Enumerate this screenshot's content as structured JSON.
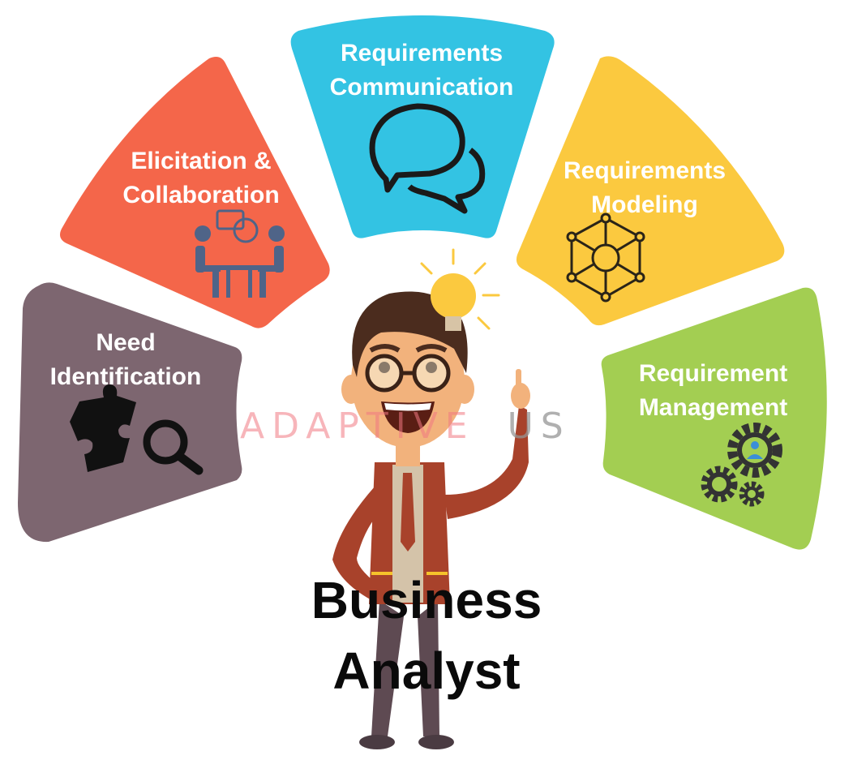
{
  "diagram": {
    "title_line1": "Business",
    "title_line2": "Analyst",
    "watermark": {
      "part1": "ADAPTIVE",
      "part2": "US"
    },
    "segments": [
      {
        "id": "need-identification",
        "line1": "Need",
        "line2": "Identification",
        "color": "#7d6670",
        "icon": "puzzle-magnifier-icon"
      },
      {
        "id": "elicitation-collaboration",
        "line1": "Elicitation &",
        "line2": "Collaboration",
        "color": "#f4664a",
        "icon": "meeting-people-icon"
      },
      {
        "id": "requirements-communication",
        "line1": "Requirements",
        "line2": "Communication",
        "color": "#33c3e3",
        "icon": "speech-bubbles-icon"
      },
      {
        "id": "requirements-modeling",
        "line1": "Requirements",
        "line2": "Modeling",
        "color": "#fbc93f",
        "icon": "network-cube-icon"
      },
      {
        "id": "requirement-management",
        "line1": "Requirement",
        "line2": "Management",
        "color": "#a3ce52",
        "icon": "gears-person-icon"
      }
    ]
  }
}
